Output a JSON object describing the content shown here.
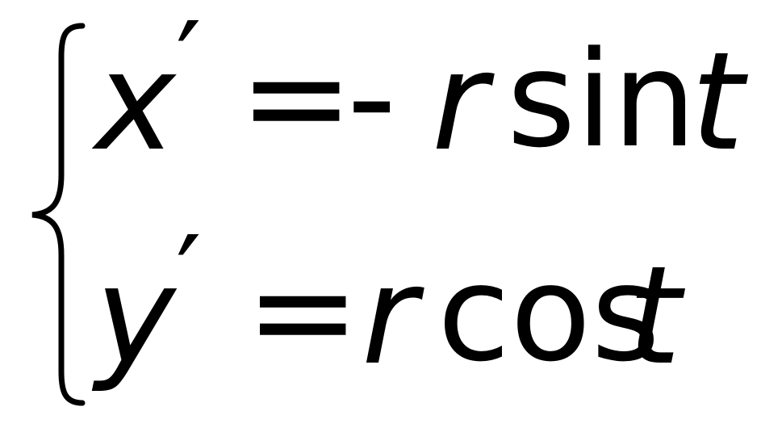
{
  "equations": [
    {
      "variable": "x",
      "prime": "′",
      "equals": "=",
      "sign": "-",
      "coefficient": "r",
      "function": "sin",
      "argument": "t"
    },
    {
      "variable": "y",
      "prime": "′",
      "equals": "=",
      "coefficient": "r",
      "function": "cos",
      "argument": "t"
    }
  ]
}
